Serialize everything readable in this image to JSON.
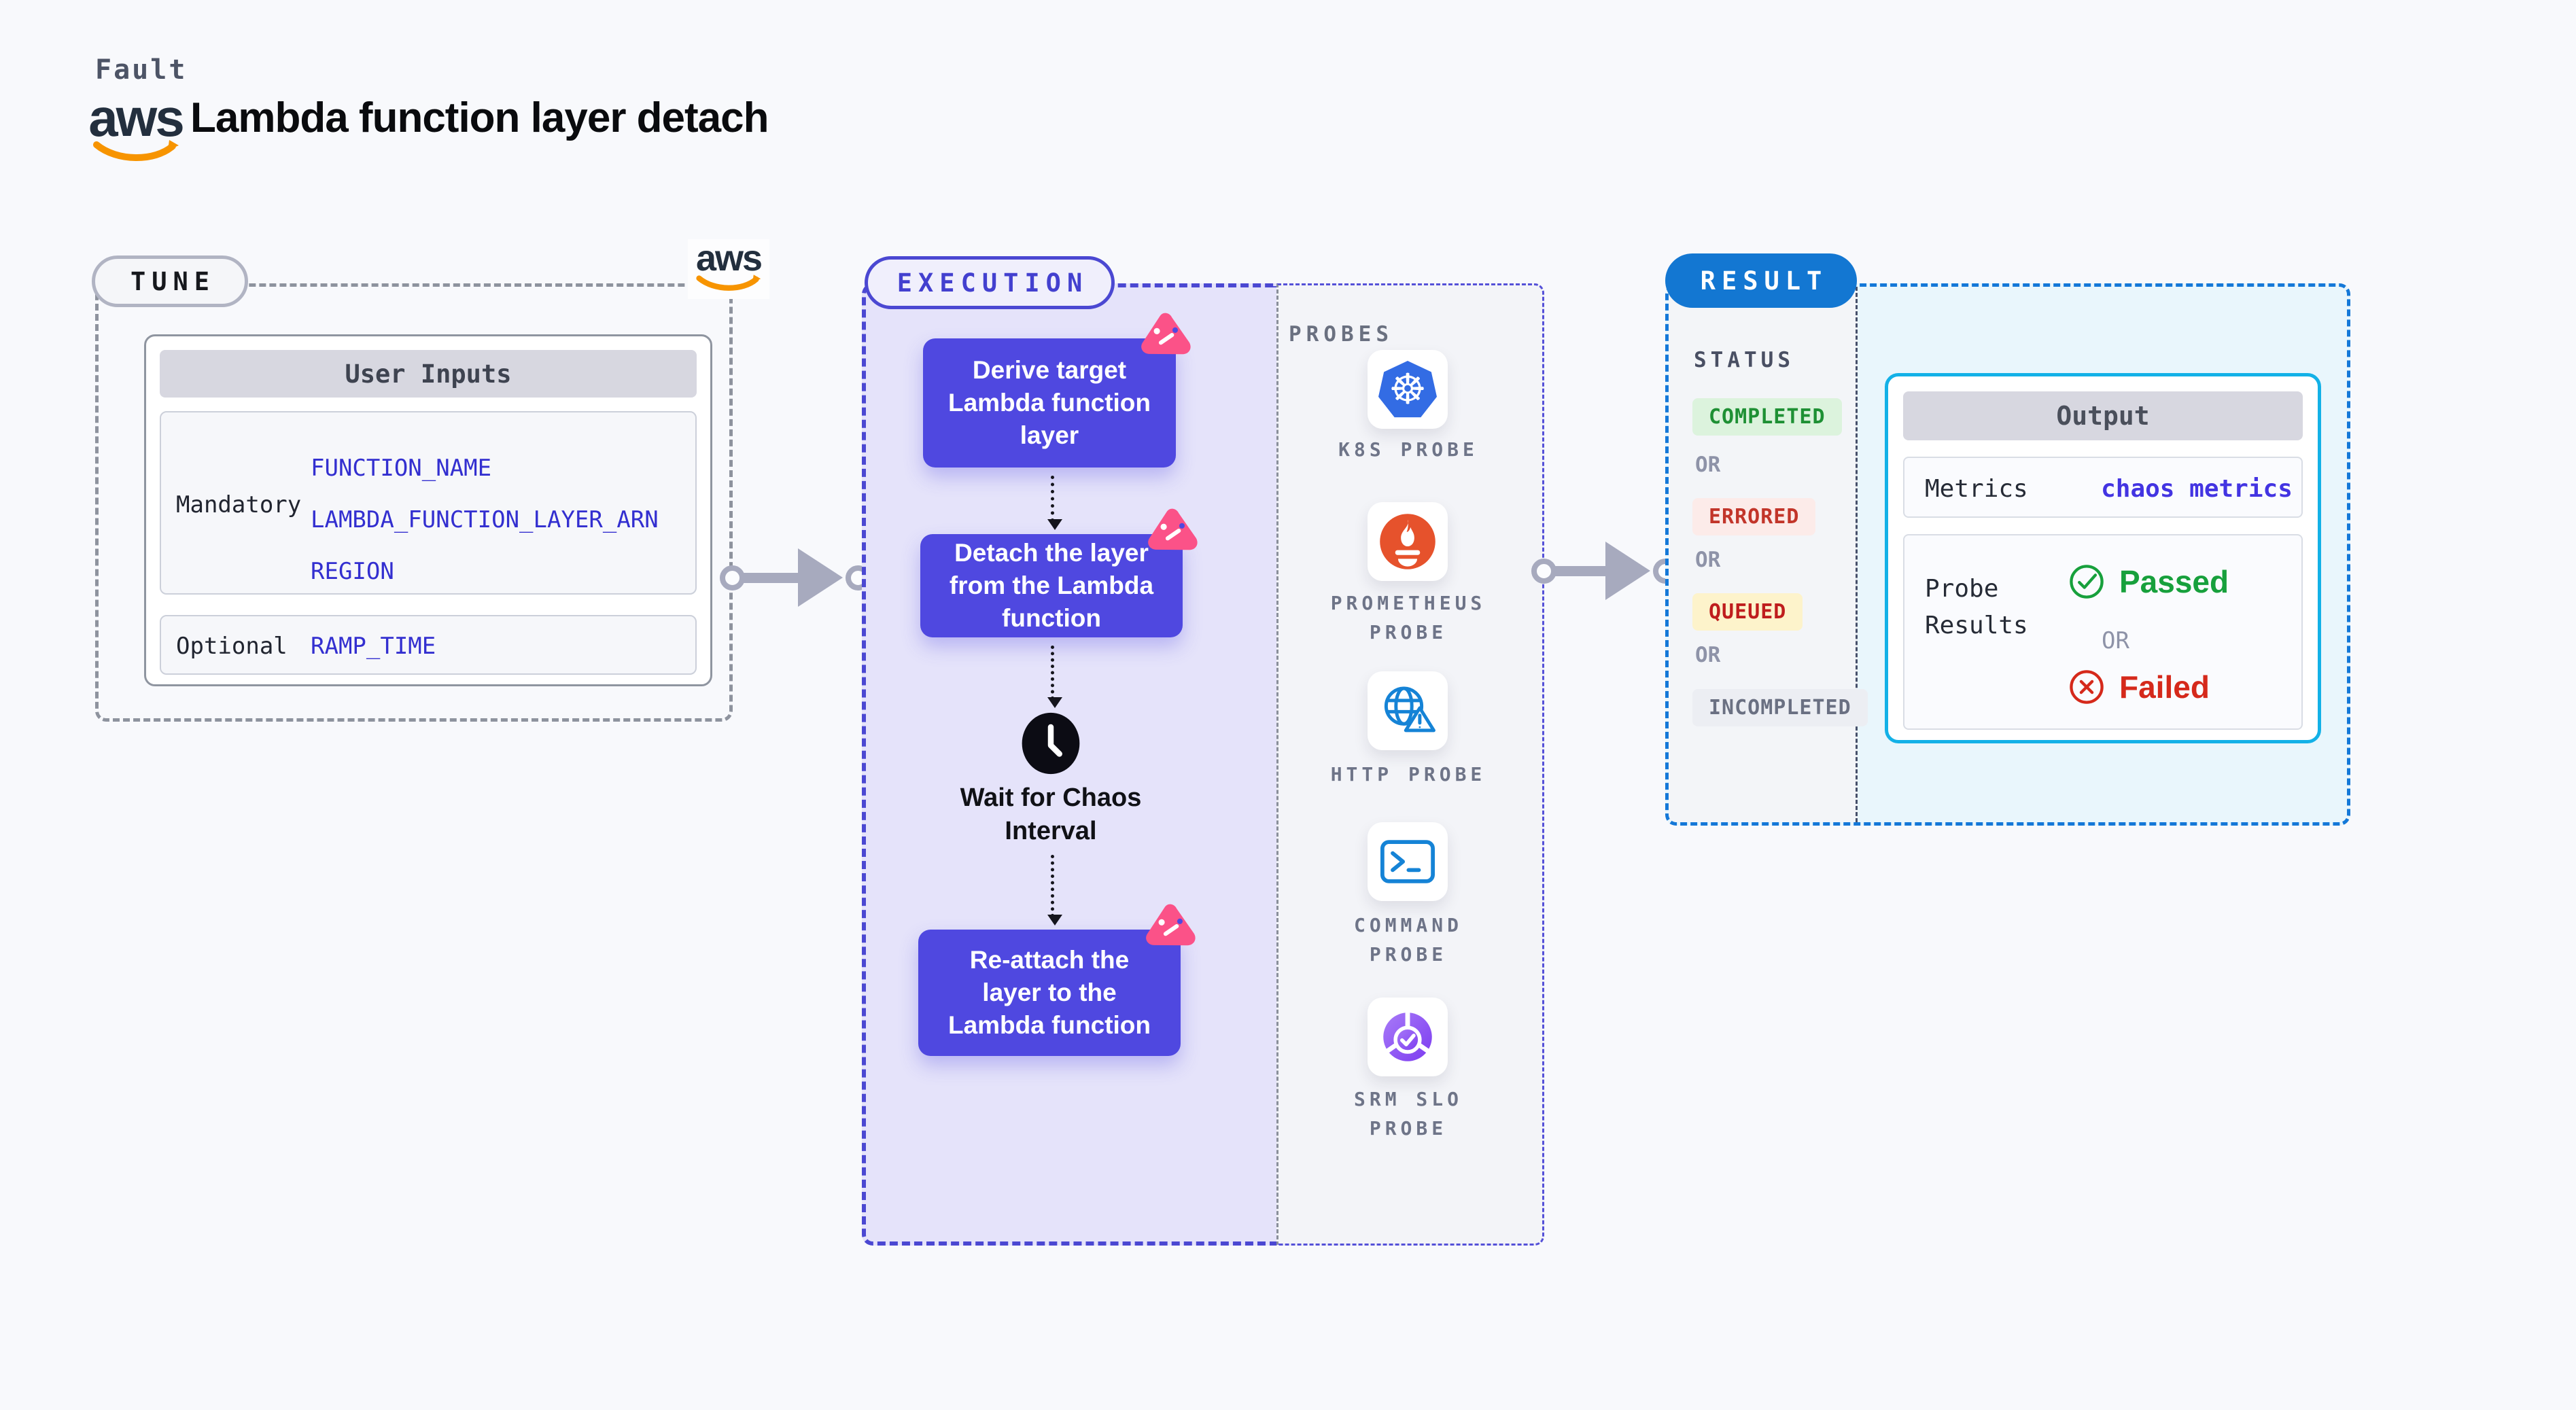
{
  "header": {
    "kicker": "Fault",
    "title": "Lambda function layer detach",
    "aws_logo_text": "aws"
  },
  "tune": {
    "pill_label": "TUNE",
    "aws_logo_text": "aws",
    "table": {
      "title": "User Inputs",
      "rows": [
        {
          "label": "Mandatory",
          "params": [
            "FUNCTION_NAME",
            "LAMBDA_FUNCTION_LAYER_ARN",
            "REGION"
          ]
        },
        {
          "label": "Optional",
          "params": [
            "RAMP_TIME"
          ]
        }
      ]
    }
  },
  "execution": {
    "pill_label": "EXECUTION",
    "steps": [
      "Derive target Lambda function layer",
      "Detach the layer from the Lambda function",
      "Re-attach the layer to the Lambda function"
    ],
    "wait_label": "Wait for Chaos Interval"
  },
  "probes": {
    "section_label": "PROBES",
    "items": [
      {
        "label": "K8S PROBE",
        "icon": "kubernetes-icon"
      },
      {
        "label": "PROMETHEUS PROBE",
        "icon": "prometheus-icon"
      },
      {
        "label": "HTTP PROBE",
        "icon": "http-globe-icon"
      },
      {
        "label": "COMMAND PROBE",
        "icon": "terminal-icon"
      },
      {
        "label": "SRM SLO PROBE",
        "icon": "srm-slo-icon"
      }
    ]
  },
  "result": {
    "pill_label": "RESULT",
    "status_heading": "STATUS",
    "or_label": "OR",
    "statuses": [
      {
        "label": "COMPLETED",
        "bg": "#dcf3dd",
        "fg": "#1e9034"
      },
      {
        "label": "ERRORED",
        "bg": "#fcebe9",
        "fg": "#c2352a"
      },
      {
        "label": "QUEUED",
        "bg": "#fdf3cb",
        "fg": "#bf1d1d"
      },
      {
        "label": "INCOMPLETED",
        "bg": "#eceef3",
        "fg": "#6a7082"
      }
    ],
    "output": {
      "title": "Output",
      "metrics_label": "Metrics",
      "metrics_value": "chaos metrics",
      "probe_results_label": "Probe Results",
      "passed_label": "Passed",
      "or_label": "OR",
      "failed_label": "Failed"
    }
  },
  "colors": {
    "canvas_bg": "#f8f9fc",
    "execution_bg": "#e5e3fa",
    "execution_accent": "#4b48d2",
    "step_box": "#4f48e0",
    "chaos_pink": "#fb5288",
    "probes_bg": "#f3f4f8",
    "result_accent": "#1478d8",
    "result_bg": "#e9f6fc",
    "result_pill": "#1377d2",
    "output_border": "#13b1e7",
    "param_blue": "#332fd0",
    "passed_green": "#17a03c",
    "failed_red": "#d5291b",
    "aws_orange": "#f79400",
    "arrow_gray": "#a7aabe",
    "kubernetes_blue": "#336ce4",
    "prometheus_orange": "#e6522c",
    "http_blue": "#1583d6"
  }
}
